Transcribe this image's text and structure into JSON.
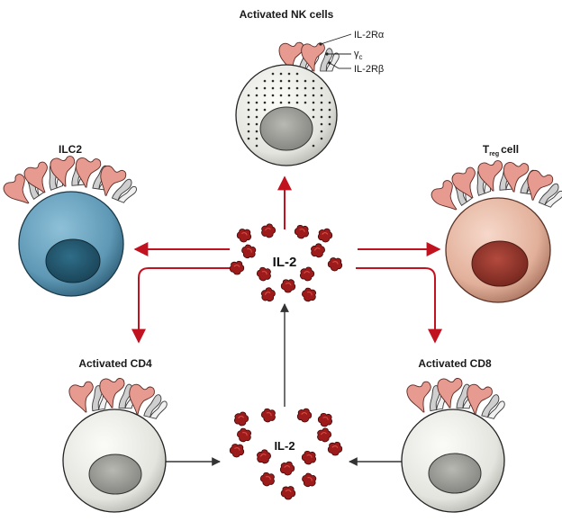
{
  "cells": {
    "nk": {
      "label": "Activated NK cells"
    },
    "ilc2": {
      "label": "ILC2"
    },
    "treg": {
      "label_main": "T",
      "label_sub": "reg",
      "label_tail": "cell"
    },
    "cd4": {
      "label": "Activated CD4"
    },
    "cd8": {
      "label": "Activated CD8"
    }
  },
  "receptor_labels": {
    "alpha": "IL-2Rα",
    "gamma_main": "γ",
    "gamma_sub": "c",
    "beta": "IL-2Rβ"
  },
  "il2": {
    "upper": "IL-2",
    "lower": "IL-2"
  },
  "colors": {
    "arrow_red": "#c1121f",
    "arrow_dark": "#333333",
    "ilc2_fill": "#5e98b5",
    "treg_fill": "#e6b9a6",
    "grey_cell": "#e9e9e4",
    "il2_molecule": "#9e1b1b",
    "receptor_alpha": "#e79a8f",
    "receptor_beta": "#cfcfcf"
  }
}
